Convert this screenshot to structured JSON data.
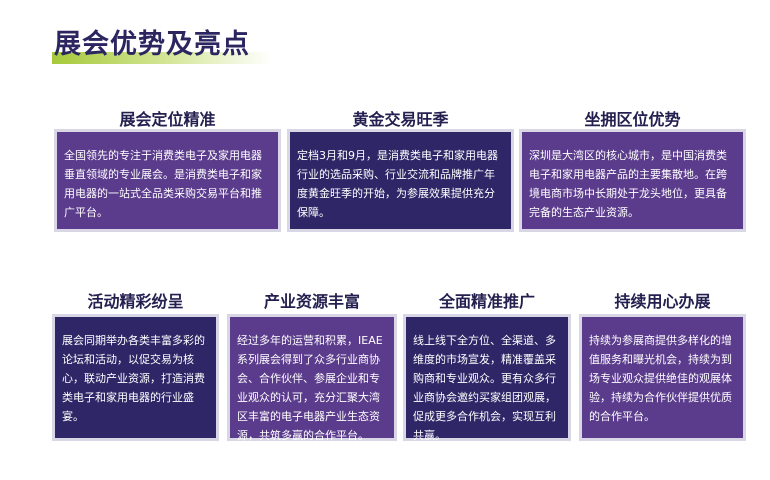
{
  "heading": "展会优势及亮点",
  "top_items": [
    {
      "title": "展会定位精准",
      "text": "全国领先的专注于消费类电子及家用电器垂直领域的专业展会。是消费类电子和家用电器的一站式全品类采购交易平台和推广平台。"
    },
    {
      "title": "黄金交易旺季",
      "text": "定档3月和9月，是消费类电子和家用电器行业的选品采购、行业交流和品牌推广年度黄金旺季的开始，为参展效果提供充分保障。"
    },
    {
      "title": "坐拥区位优势",
      "text": "深圳是大湾区的核心城市，是中国消费类电子和家用电器产品的主要集散地。在跨境电商市场中长期处于龙头地位，更具备完备的生态产业资源。"
    }
  ],
  "bottom_items": [
    {
      "title": "活动精彩纷呈",
      "text": "展会同期举办各类丰富多彩的论坛和活动，以促交易为核心，联动产业资源，打造消费类电子和家用电器的行业盛宴。"
    },
    {
      "title": "产业资源丰富",
      "text": "经过多年的运营和积累，IEAE系列展会得到了众多行业商协会、合作伙伴、参展企业和专业观众的认可，充分汇聚大湾区丰富的电子电器产业生态资源，共筑多赢的合作平台。"
    },
    {
      "title": "全面精准推广",
      "text": "线上线下全方位、全渠道、多维度的市场宣发，精准覆盖采购商和专业观众。更有众多行业商协会邀约买家组团观展，促成更多合作机会，实现互利共赢。"
    },
    {
      "title": "持续用心办展",
      "text": "持续为参展商提供多样化的增值服务和曝光机会，持续为到场专业观众提供绝佳的观展体验，持续为合作伙伴提供优质的合作平台。"
    }
  ],
  "colors": {
    "purple": "#5b3b8c",
    "navy": "#2f2667",
    "accent_green": "#a6c93a",
    "title": "#231f4f"
  }
}
